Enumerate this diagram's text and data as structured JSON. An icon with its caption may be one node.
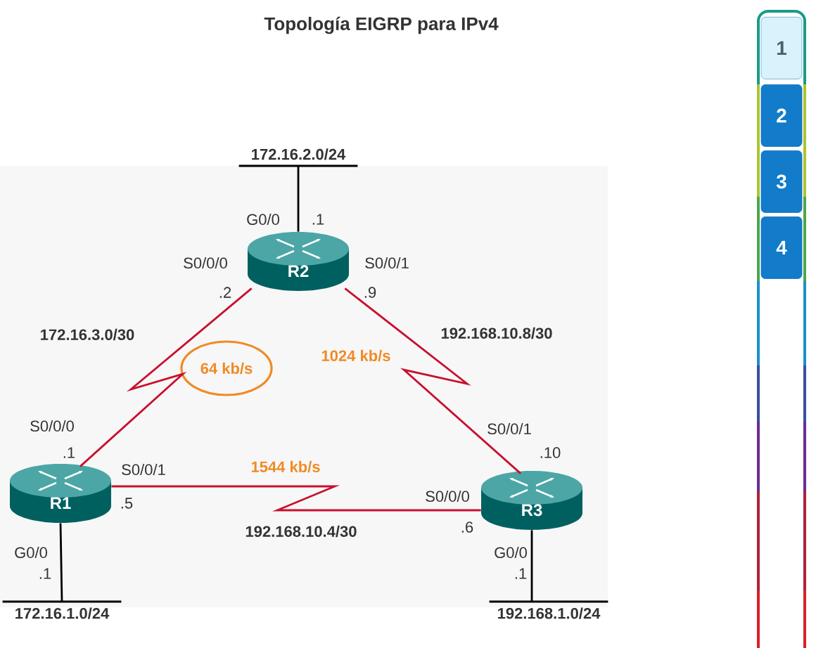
{
  "diagram": {
    "title": "Topología EIGRP para IPv4",
    "nodes": [
      {
        "text": [
          "172.16.2.0/24"
        ]
      },
      {
        "text": [
          "R2"
        ]
      },
      {
        "text": [
          "64 kb/s"
        ]
      },
      {
        "text": [
          "R1"
        ]
      },
      {
        "text": [
          "R3"
        ]
      },
      {
        "text": [
          "172.16.1.0/24"
        ]
      },
      {
        "text": [
          "192.168.1.0/24"
        ]
      },
      {
        "text": [],
        "shape": "box"
      },
      {
        "text": [
          "1"
        ],
        "in": 7
      },
      {
        "text": [
          "2"
        ],
        "in": 7
      },
      {
        "text": [
          "3"
        ],
        "in": 7
      },
      {
        "text": [
          "4"
        ],
        "in": 7
      }
    ],
    "edges": [
      {
        "from": 1,
        "to": 0,
        "arrow": "none"
      },
      {
        "from": 3,
        "to": 1,
        "arrow": "none",
        "label": "172.16.3.0/30",
        "color": "#c8102e"
      },
      {
        "from": 1,
        "to": 4,
        "arrow": "none",
        "label": "192.168.10.8/30",
        "color": "#c8102e"
      },
      {
        "from": 3,
        "to": 4,
        "arrow": "none",
        "label": "192.168.10.4/30",
        "color": "#c8102e"
      },
      {
        "from": 3,
        "to": 5,
        "arrow": "none"
      },
      {
        "from": 4,
        "to": 6,
        "arrow": "none"
      }
    ],
    "labels": [
      "G0/0",
      ".1",
      "S0/0/0",
      ".2",
      "S0/0/1",
      ".9",
      "1024 kb/s",
      "S0/0/0",
      ".1",
      "S0/0/1",
      ".5",
      "1544 kb/s",
      "S0/0/1",
      ".10",
      "S0/0/0",
      ".6",
      "G0/0",
      ".1",
      "G0/0",
      ".1"
    ]
  }
}
